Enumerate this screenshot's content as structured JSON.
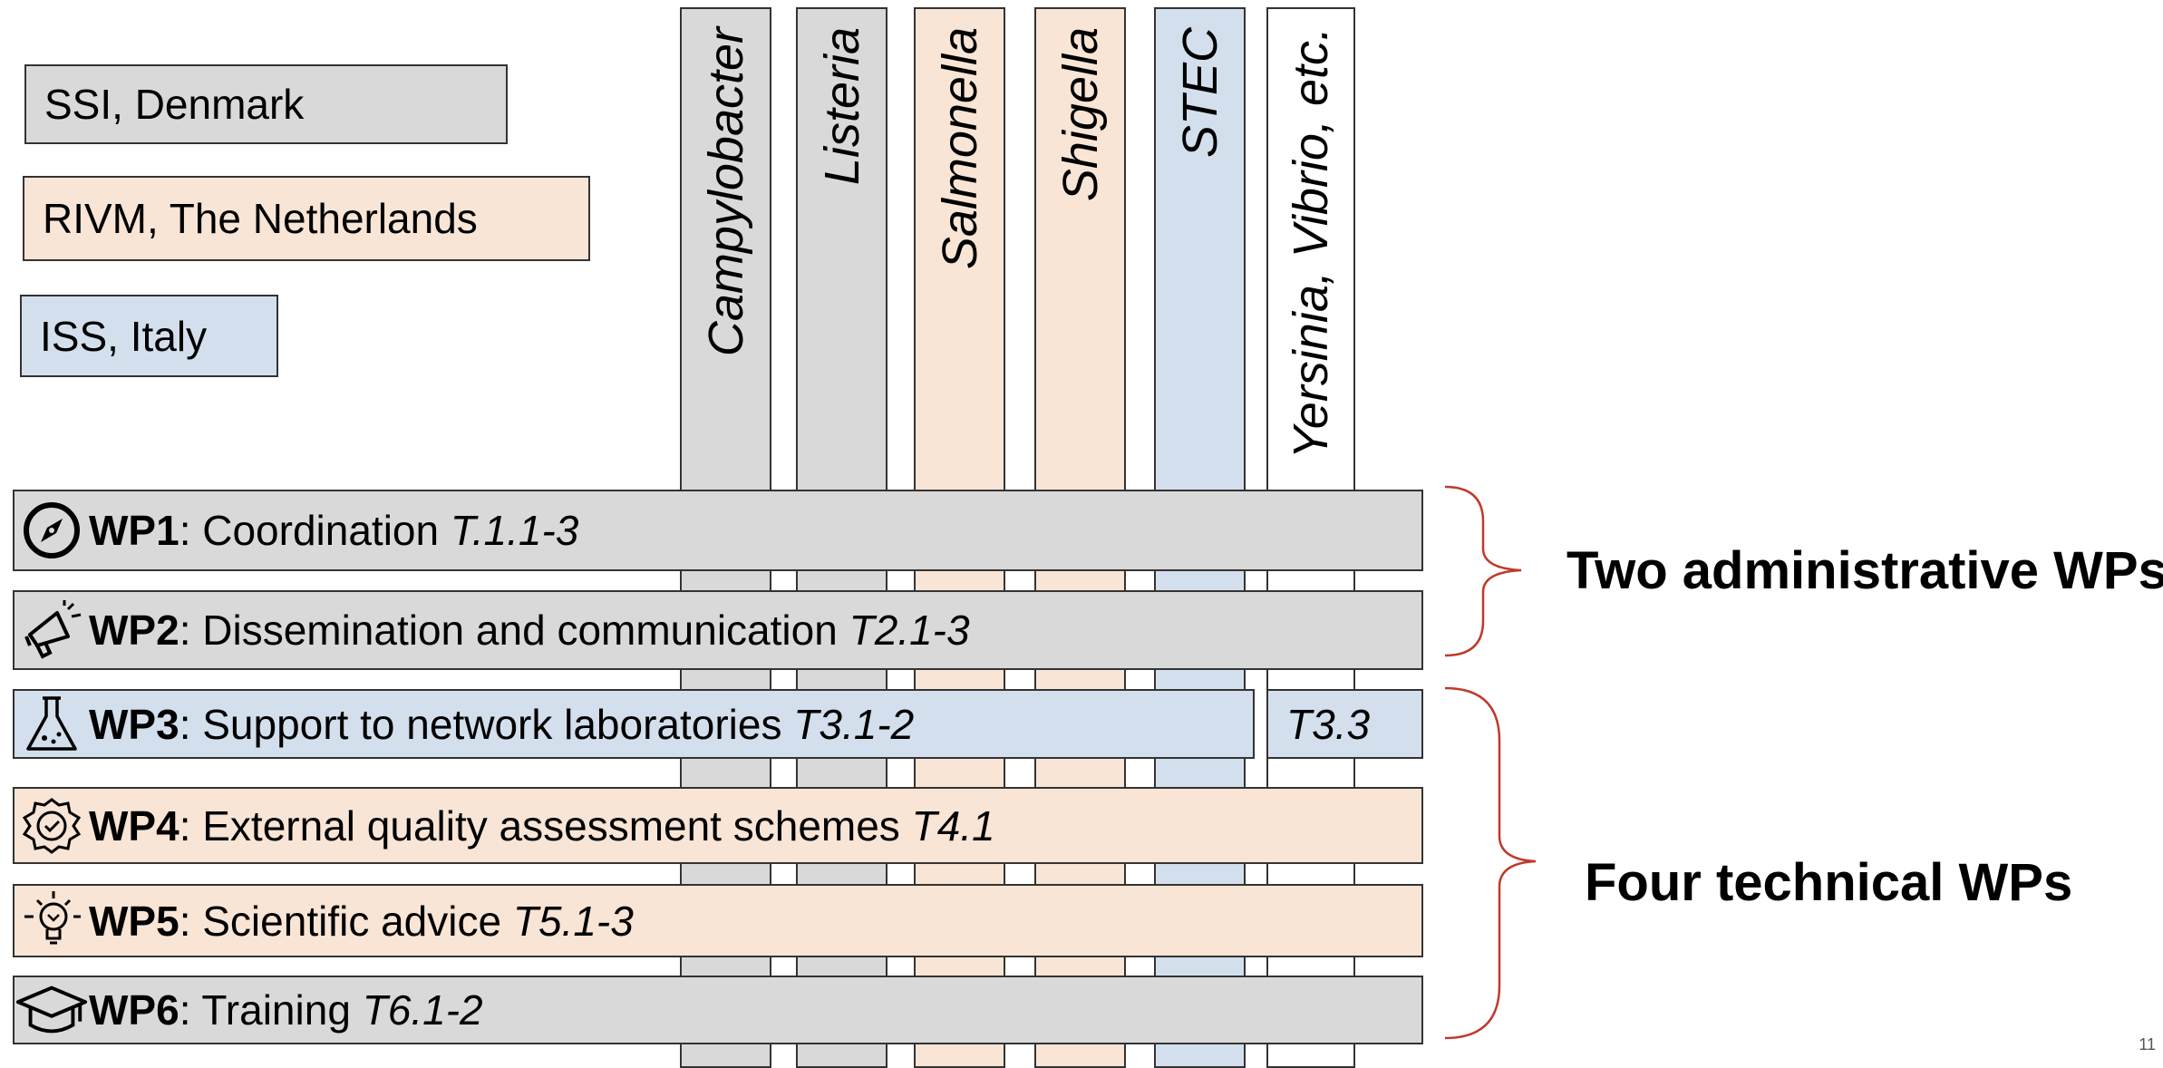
{
  "colors": {
    "grey": "#d9d9d9",
    "peach": "#f8e5d6",
    "blue": "#d3dfec",
    "white": "#ffffff",
    "brace": "#c0392b"
  },
  "legend": [
    {
      "label": "SSI, Denmark",
      "color": "grey"
    },
    {
      "label": "RIVM, The Netherlands",
      "color": "peach"
    },
    {
      "label": "ISS, Italy",
      "color": "blue"
    }
  ],
  "pathogens": [
    {
      "label": "Campylobacter",
      "color": "grey"
    },
    {
      "label": "Listeria",
      "color": "grey"
    },
    {
      "label": "Salmonella",
      "color": "peach"
    },
    {
      "label": "Shigella",
      "color": "peach"
    },
    {
      "label": "STEC",
      "color": "blue"
    },
    {
      "label": "Yersinia, Vibrio, etc.",
      "color": "white"
    }
  ],
  "work_packages": [
    {
      "id": "WP1",
      "title": ": Coordination ",
      "tasks": "T.1.1-3",
      "icon": "compass-icon",
      "color": "grey"
    },
    {
      "id": "WP2",
      "title": ": Dissemination and communication ",
      "tasks": "T2.1-3",
      "icon": "megaphone-icon",
      "color": "grey"
    },
    {
      "id": "WP3",
      "title": ": Support to network laboratories ",
      "tasks": "T3.1-2",
      "icon": "flask-icon",
      "color": "blue",
      "extra_task": "T3.3"
    },
    {
      "id": "WP4",
      "title": ": External quality assessment schemes ",
      "tasks": "T4.1",
      "icon": "badge-check-icon",
      "color": "peach"
    },
    {
      "id": "WP5",
      "title": ": Scientific advice ",
      "tasks": "T5.1-3",
      "icon": "lightbulb-icon",
      "color": "peach"
    },
    {
      "id": "WP6",
      "title": ": Training ",
      "tasks": "T6.1-2",
      "icon": "graduation-cap-icon",
      "color": "grey"
    }
  ],
  "groups": {
    "administrative": "Two administrative WPs",
    "technical": "Four technical WPs"
  },
  "page_number": "11"
}
